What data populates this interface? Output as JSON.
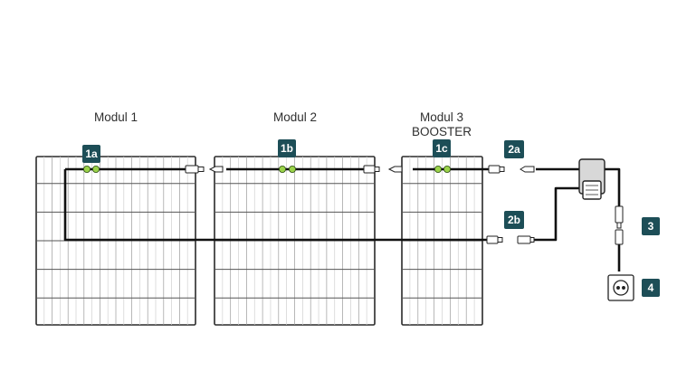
{
  "modules": [
    {
      "name": "Modul 1",
      "sub": ""
    },
    {
      "name": "Modul 2",
      "sub": ""
    },
    {
      "name": "Modul 3",
      "sub": "BOOSTER"
    }
  ],
  "badges": {
    "b1a": "1a",
    "b1b": "1b",
    "b1c": "1c",
    "b2a": "2a",
    "b2b": "2b",
    "b3": "3",
    "b4": "4"
  },
  "colors": {
    "badge": "#1d4e57",
    "wire": "#111111",
    "panel_line": "#3a3a3a",
    "connector_green": "#9bd34a"
  }
}
